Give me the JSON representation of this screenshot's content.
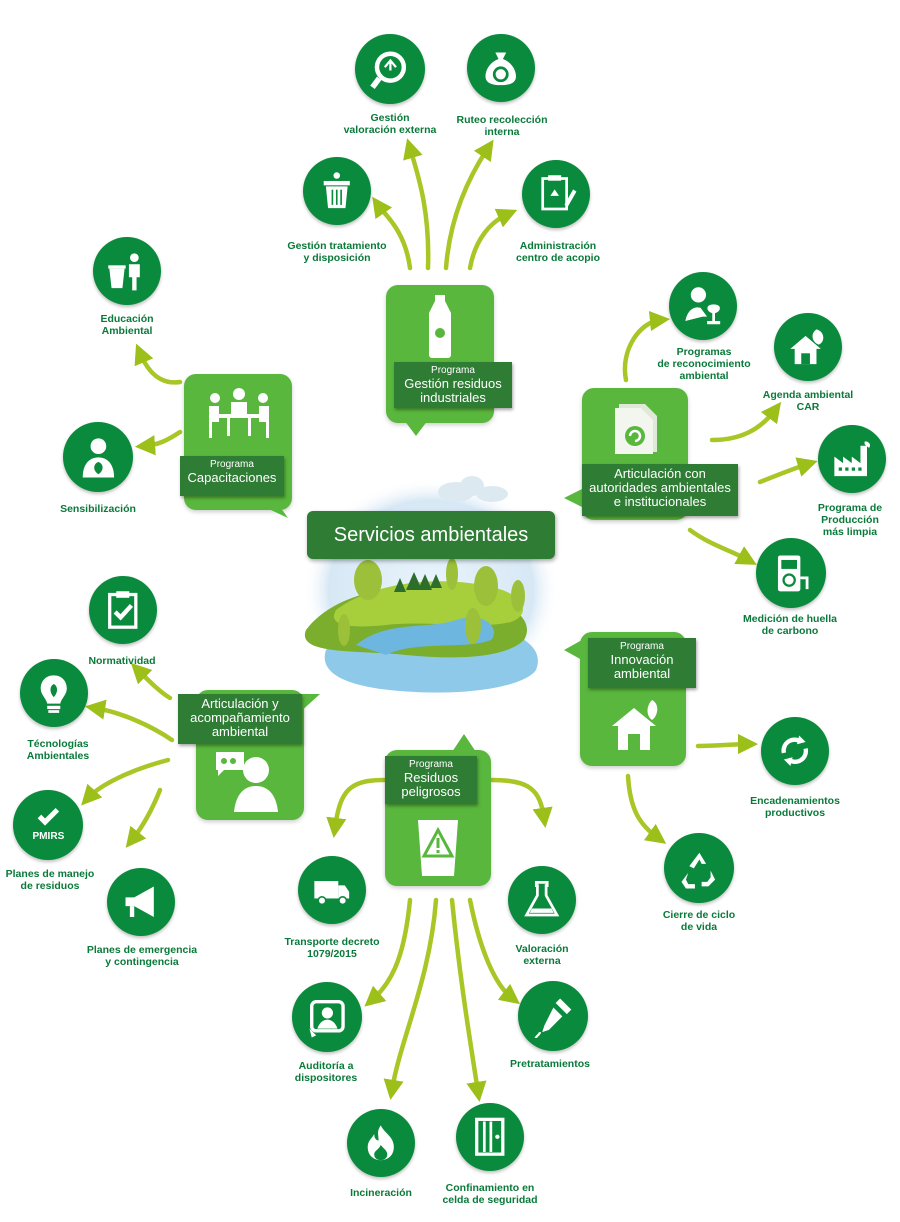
{
  "title": "Servicios ambientales",
  "programs": {
    "industrial": {
      "kicker": "Programa",
      "name": "Gestión residuos\nindustriales"
    },
    "capacitaciones": {
      "kicker": "Programa",
      "name": "Capacitaciones"
    },
    "articulacion_autoridades": {
      "name": "Articulación con\nautoridades ambientales\ne institucionales"
    },
    "innovacion": {
      "kicker": "Programa",
      "name": "Innovación\nambiental"
    },
    "articulacion_acomp": {
      "name": "Articulación y\nacompañamiento\nambiental"
    },
    "peligrosos": {
      "kicker": "Programa",
      "name": "Residuos\npeligrosos"
    }
  },
  "services": {
    "valoracion_externa_gestion": "Gestión\nvaloración externa",
    "ruteo": "Ruteo recolección\ninterna",
    "tratamiento": "Gestión tratamiento\ny disposición",
    "acopio": "Administración\ncentro de acopio",
    "educacion": "Educación\nAmbiental",
    "sensibilizacion": "Sensibilización",
    "reconocimiento": "Programas\nde reconocimiento\nambiental",
    "agenda": "Agenda ambiental\nCAR",
    "produccion": "Programa de\nProducción\nmás limpia",
    "huella": "Medición de huella\nde carbono",
    "normatividad": "Normatividad",
    "tecnologias": "Técnologías\nAmbientales",
    "pmirs": "Planes de manejo\nde residuos",
    "emergencia": "Planes de emergencia\ny contingencia",
    "encadenamientos": "Encadenamientos\nproductivos",
    "cierre": "Cierre de ciclo\nde vida",
    "transporte": "Transporte decreto\n1079/2015",
    "valoracion": "Valoración\nexterna",
    "auditoria": "Auditoría a\ndispositores",
    "pretratamientos": "Pretratamientos",
    "incineracion": "Incineración",
    "confinamiento": "Confinamiento en\ncelda de seguridad"
  },
  "icon_text": {
    "pmirs": "PMIRS"
  },
  "colors": {
    "dark_green": "#0a8a3c",
    "program_green": "#58b73c",
    "tag_green": "#2f7c35",
    "arrow_green": "#a6c41c",
    "label_green": "#0a7a3a"
  }
}
